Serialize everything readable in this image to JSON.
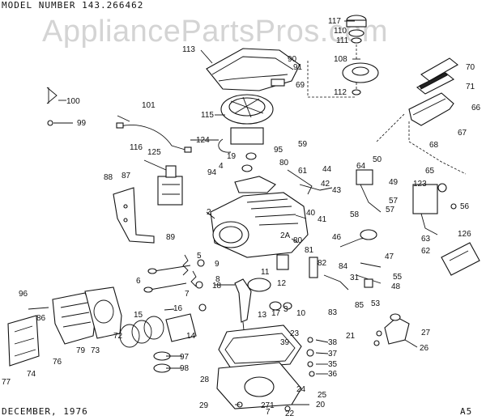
{
  "header": {
    "model_number": "MODEL NUMBER 143.266462"
  },
  "watermark": {
    "text": "AppliancePartsPros.com"
  },
  "footer": {
    "date": "DECEMBER, 1976",
    "ref": "A5"
  },
  "parts": {
    "p113": "113",
    "p90": "90",
    "p91": "91",
    "p69": "69",
    "p117": "117",
    "p110": "110",
    "p111": "111",
    "p108": "108",
    "p112": "112",
    "p70": "70",
    "p71": "71",
    "p66": "66",
    "p67": "67",
    "p68": "68",
    "p100": "100",
    "p99": "99",
    "p101": "101",
    "p115": "115",
    "p124": "124",
    "p19": "19",
    "p4": "4",
    "p95": "95",
    "p59": "59",
    "p80a": "80",
    "p61": "61",
    "p44": "44",
    "p42": "42",
    "p43": "43",
    "p64": "64",
    "p50": "50",
    "p49": "49",
    "p65": "65",
    "p123": "123",
    "p56": "56",
    "p116": "116",
    "p125": "125",
    "p88": "88",
    "p87": "87",
    "p94": "94",
    "p2": "2",
    "p40": "40",
    "p41": "41",
    "p57a": "57",
    "p58": "58",
    "p57b": "57",
    "p89": "89",
    "p2A": "2A",
    "p80b": "80",
    "p46": "46",
    "p63": "63",
    "p62": "62",
    "p126": "126",
    "p5": "5",
    "p9": "9",
    "p6": "6",
    "p8": "8",
    "p11": "11",
    "p81": "81",
    "p82": "82",
    "p47": "47",
    "p84": "84",
    "p55": "55",
    "p31": "31",
    "p48": "48",
    "p18": "18",
    "p12": "12",
    "p7": "7",
    "p53": "53",
    "p83": "83",
    "p85": "85",
    "p96": "96",
    "p86": "86",
    "p16": "16",
    "p15": "15",
    "p13": "13",
    "p17": "17",
    "p3": "3",
    "p10": "10",
    "p72": "72",
    "p14": "14",
    "p73": "73",
    "p79": "79",
    "p76": "76",
    "p74": "74",
    "p77": "77",
    "p97": "97",
    "p98": "98",
    "p23": "23",
    "p39": "39",
    "p38": "38",
    "p37": "37",
    "p35": "35",
    "p36": "36",
    "p21": "21",
    "p27": "27",
    "p26": "26",
    "p28": "28",
    "p24": "24",
    "p25": "25",
    "p29": "29",
    "p271": "271",
    "p20": "20",
    "p71b": "7",
    "p22": "22"
  }
}
